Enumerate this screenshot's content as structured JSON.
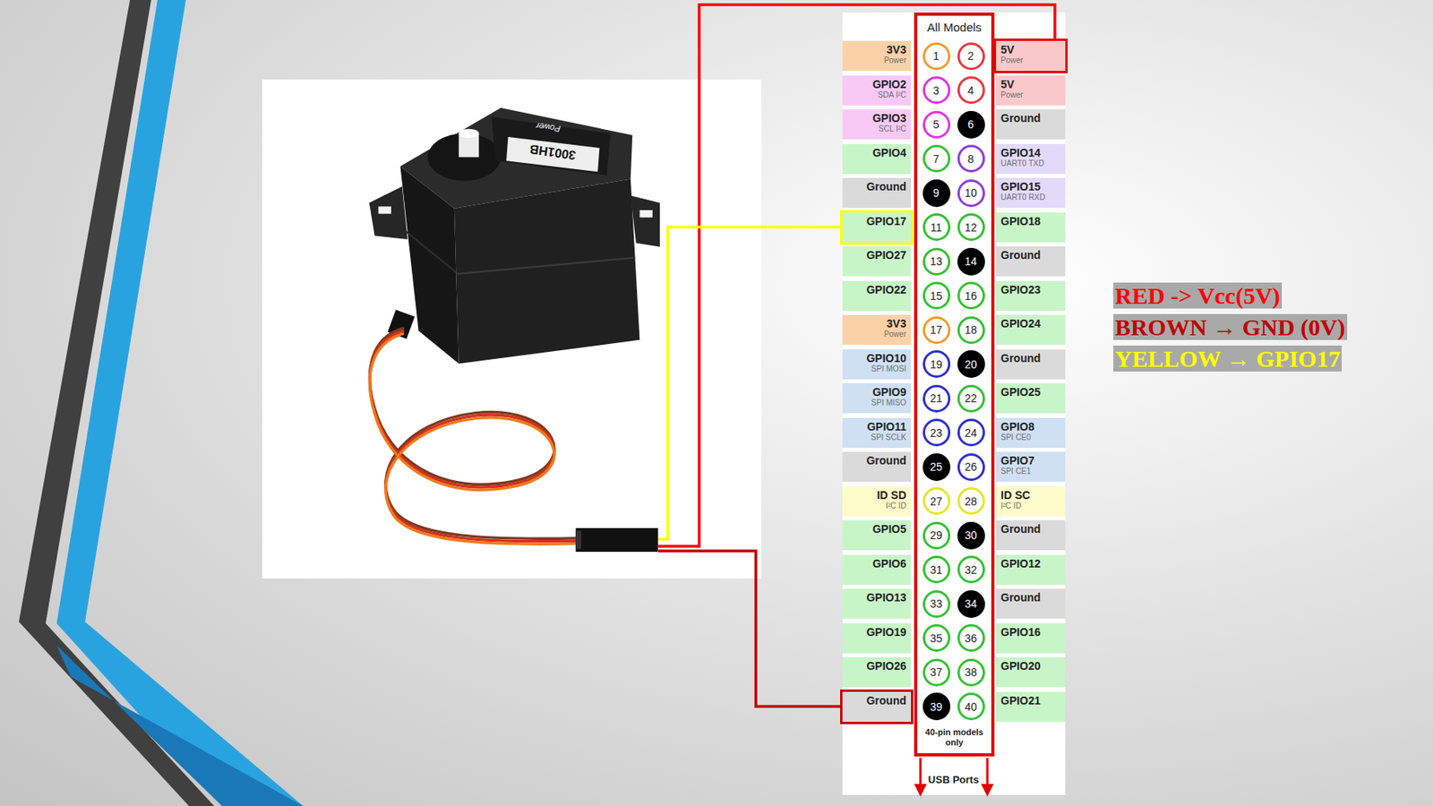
{
  "diagram": {
    "nodes": [
      {
        "text": [
          "Power",
          "3001HB"
        ]
      },
      {
        "text": [
          "All Models",
          "40-pin models only"
        ]
      },
      {
        "text": [
          "3V3",
          "Power"
        ]
      },
      {
        "text": [
          "1"
        ],
        "in": 1
      },
      {
        "text": [
          "2"
        ],
        "in": 1
      },
      {
        "text": [
          "5V",
          "Power"
        ]
      },
      {
        "text": [
          "GPIO2",
          "SDA I²C"
        ]
      },
      {
        "text": [
          "3"
        ],
        "in": 1
      },
      {
        "text": [
          "4"
        ],
        "in": 1
      },
      {
        "text": [
          "5V",
          "Power"
        ]
      },
      {
        "text": [
          "GPIO3",
          "SCL I²C"
        ]
      },
      {
        "text": [
          "5"
        ],
        "in": 1
      },
      {
        "text": [
          "6"
        ],
        "in": 1
      },
      {
        "text": [
          "Ground"
        ]
      },
      {
        "text": [
          "GPIO4"
        ]
      },
      {
        "text": [
          "7"
        ],
        "in": 1
      },
      {
        "text": [
          "8"
        ],
        "in": 1
      },
      {
        "text": [
          "GPIO14",
          "UART0 TXD"
        ]
      },
      {
        "text": [
          "Ground"
        ]
      },
      {
        "text": [
          "9"
        ],
        "in": 1
      },
      {
        "text": [
          "10"
        ],
        "in": 1
      },
      {
        "text": [
          "GPIO15",
          "UART0 RXD"
        ]
      },
      {
        "text": [
          "GPIO17"
        ]
      },
      {
        "text": [
          "11"
        ],
        "in": 1
      },
      {
        "text": [
          "12"
        ],
        "in": 1
      },
      {
        "text": [
          "GPIO18"
        ]
      },
      {
        "text": [
          "GPIO27"
        ]
      },
      {
        "text": [
          "13"
        ],
        "in": 1
      },
      {
        "text": [
          "14"
        ],
        "in": 1
      },
      {
        "text": [
          "Ground"
        ]
      },
      {
        "text": [
          "GPIO22"
        ]
      },
      {
        "text": [
          "15"
        ],
        "in": 1
      },
      {
        "text": [
          "16"
        ],
        "in": 1
      },
      {
        "text": [
          "GPIO23"
        ]
      },
      {
        "text": [
          "3V3",
          "Power"
        ]
      },
      {
        "text": [
          "17"
        ],
        "in": 1
      },
      {
        "text": [
          "18"
        ],
        "in": 1
      },
      {
        "text": [
          "GPIO24"
        ]
      },
      {
        "text": [
          "GPIO10",
          "SPI MOSI"
        ]
      },
      {
        "text": [
          "19"
        ],
        "in": 1
      },
      {
        "text": [
          "20"
        ],
        "in": 1
      },
      {
        "text": [
          "Ground"
        ]
      },
      {
        "text": [
          "GPIO9",
          "SPI MISO"
        ]
      },
      {
        "text": [
          "21"
        ],
        "in": 1
      },
      {
        "text": [
          "22"
        ],
        "in": 1
      },
      {
        "text": [
          "GPIO25"
        ]
      },
      {
        "text": [
          "GPIO11",
          "SPI SCLK"
        ]
      },
      {
        "text": [
          "23"
        ],
        "in": 1
      },
      {
        "text": [
          "24"
        ],
        "in": 1
      },
      {
        "text": [
          "GPIO8",
          "SPI CE0"
        ]
      },
      {
        "text": [
          "Ground"
        ]
      },
      {
        "text": [
          "25"
        ],
        "in": 1
      },
      {
        "text": [
          "26"
        ],
        "in": 1
      },
      {
        "text": [
          "GPIO7",
          "SPI CE1"
        ]
      },
      {
        "text": [
          "ID SD",
          "I²C ID"
        ]
      },
      {
        "text": [
          "27"
        ],
        "in": 1
      },
      {
        "text": [
          "28"
        ],
        "in": 1
      },
      {
        "text": [
          "ID SC",
          "I²C ID"
        ]
      },
      {
        "text": [
          "GPIO5"
        ]
      },
      {
        "text": [
          "29"
        ],
        "in": 1
      },
      {
        "text": [
          "30"
        ],
        "in": 1
      },
      {
        "text": [
          "Ground"
        ]
      },
      {
        "text": [
          "GPIO6"
        ]
      },
      {
        "text": [
          "31"
        ],
        "in": 1
      },
      {
        "text": [
          "32"
        ],
        "in": 1
      },
      {
        "text": [
          "GPIO12"
        ]
      },
      {
        "text": [
          "GPIO13"
        ]
      },
      {
        "text": [
          "33"
        ],
        "in": 1
      },
      {
        "text": [
          "34"
        ],
        "in": 1
      },
      {
        "text": [
          "Ground"
        ]
      },
      {
        "text": [
          "GPIO19"
        ]
      },
      {
        "text": [
          "35"
        ],
        "in": 1
      },
      {
        "text": [
          "36"
        ],
        "in": 1
      },
      {
        "text": [
          "GPIO16"
        ]
      },
      {
        "text": [
          "GPIO26"
        ]
      },
      {
        "text": [
          "37"
        ],
        "in": 1
      },
      {
        "text": [
          "38"
        ],
        "in": 1
      },
      {
        "text": [
          "GPIO20"
        ]
      },
      {
        "text": [
          "Ground"
        ]
      },
      {
        "text": [
          "39"
        ],
        "in": 1
      },
      {
        "text": [
          "40"
        ],
        "in": 1
      },
      {
        "text": [
          "GPIO21"
        ]
      }
    ],
    "edges": [
      {
        "from": 0,
        "to": 5,
        "arrow": "none"
      },
      {
        "from": 0,
        "to": 22,
        "arrow": "none"
      },
      {
        "from": 0,
        "to": 78,
        "arrow": "none"
      }
    ],
    "labels": [
      "USB Ports",
      "RED -> Vcc(5V)",
      "BROWN → GND (0V)",
      "YELLOW → GPIO17"
    ]
  }
}
